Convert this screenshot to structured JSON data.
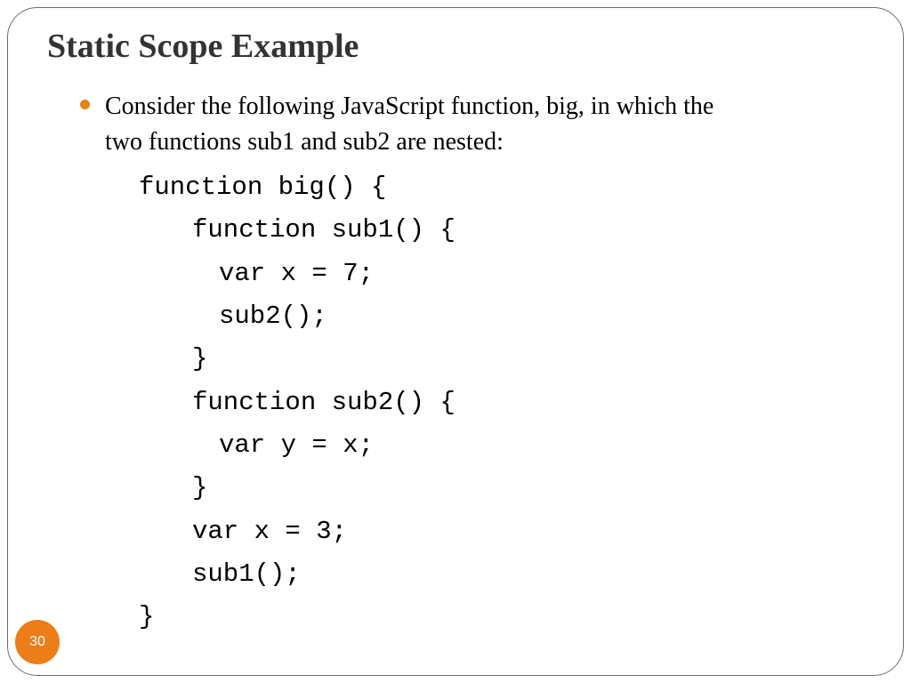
{
  "slide": {
    "title": "Static Scope Example",
    "bullet_lines": [
      "Consider the following JavaScript function, big, in which the",
      "two functions sub1 and sub2 are nested:"
    ],
    "code_lines": [
      "function big() {",
      "function sub1() {",
      "var x = 7;",
      "sub2();",
      "}",
      "function sub2() {",
      "var y = x;",
      "}",
      "var x = 3;",
      "sub1();",
      "}"
    ],
    "slide_number": "30"
  },
  "colors": {
    "title": "#333333",
    "bullet": "#e48312",
    "slide_number_bg": "#ed7d18",
    "frame": "#6d6d6d"
  }
}
